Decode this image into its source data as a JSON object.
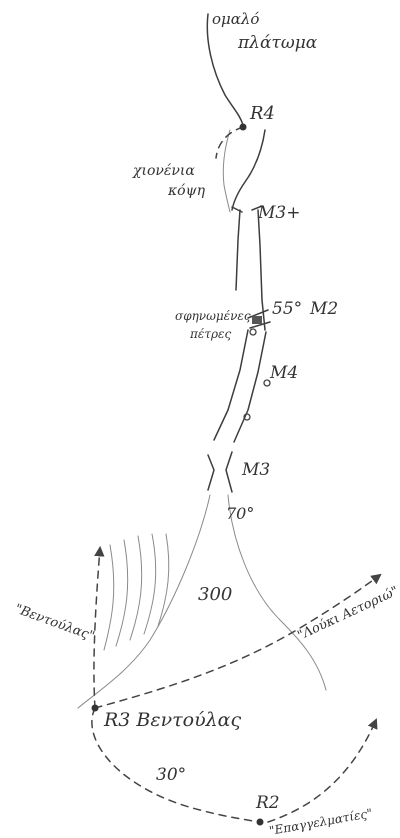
{
  "labels": {
    "top_1": "ομαλό",
    "top_2": "πλάτωμα",
    "r4": "R4",
    "snow_1": "χιονένια",
    "snow_2": "κόψη",
    "m3plus": "M3+",
    "angle_55": "55°",
    "m2": "M2",
    "stones_1": "σφηνωμένες",
    "stones_2": "πέτρες",
    "m4": "M4",
    "m3": "M3",
    "angle_70": "70°",
    "dist_300": "300",
    "left_route": "\"Βεντούλας\"",
    "right_route": "\"Λούκι Αετοριώ\"",
    "r3": "R3 Βεντούλας",
    "angle_30": "30°",
    "r2": "R2",
    "bottom_route": "\"Επαγγελματίες\""
  },
  "colors": {
    "ink": "#3d3d3d",
    "paper": "#ffffff"
  }
}
